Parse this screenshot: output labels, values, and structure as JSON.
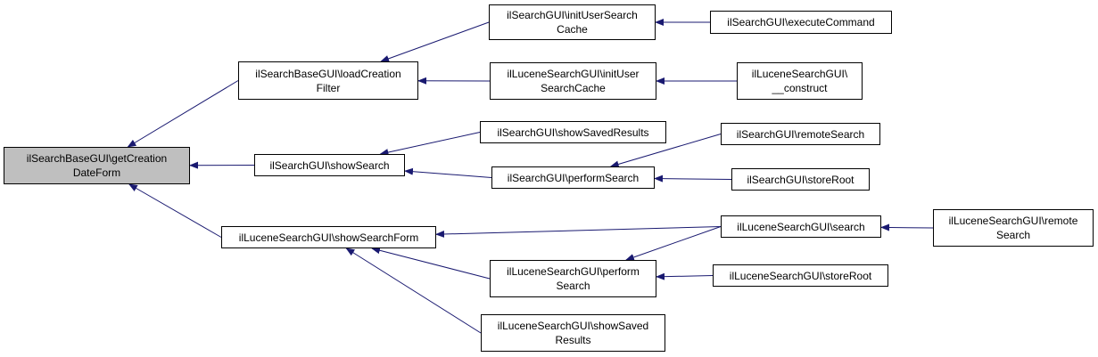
{
  "root": {
    "label": "ilSearchBaseGUI\\getCreation\nDateForm"
  },
  "nodes": {
    "loadCreationFilter": "ilSearchBaseGUI\\loadCreation\nFilter",
    "showSearch": "ilSearchGUI\\showSearch",
    "showSearchForm": "ilLuceneSearchGUI\\showSearchForm",
    "initUserSearchCache": "ilSearchGUI\\initUserSearch\nCache",
    "luceneInitUserSearchCache": "ilLuceneSearchGUI\\initUser\nSearchCache",
    "showSavedResults": "ilSearchGUI\\showSavedResults",
    "performSearch": "ilSearchGUI\\performSearch",
    "lucenePerformSearch": "ilLuceneSearchGUI\\perform\nSearch",
    "luceneShowSavedResults": "ilLuceneSearchGUI\\showSaved\nResults",
    "executeCommand": "ilSearchGUI\\executeCommand",
    "luceneConstruct": "ilLuceneSearchGUI\\\n__construct",
    "remoteSearch": "ilSearchGUI\\remoteSearch",
    "storeRoot": "ilSearchGUI\\storeRoot",
    "luceneSearch": "ilLuceneSearchGUI\\search",
    "luceneStoreRoot": "ilLuceneSearchGUI\\storeRoot",
    "luceneRemoteSearch": "ilLuceneSearchGUI\\remote\nSearch"
  },
  "edges": [
    {
      "from": "loadCreationFilter",
      "to": "root"
    },
    {
      "from": "showSearch",
      "to": "root"
    },
    {
      "from": "showSearchForm",
      "to": "root"
    },
    {
      "from": "initUserSearchCache",
      "to": "loadCreationFilter"
    },
    {
      "from": "luceneInitUserSearchCache",
      "to": "loadCreationFilter"
    },
    {
      "from": "showSavedResults",
      "to": "showSearch"
    },
    {
      "from": "performSearch",
      "to": "showSearch"
    },
    {
      "from": "luceneSearch",
      "to": "showSearchForm"
    },
    {
      "from": "lucenePerformSearch",
      "to": "showSearchForm"
    },
    {
      "from": "luceneShowSavedResults",
      "to": "showSearchForm"
    },
    {
      "from": "executeCommand",
      "to": "initUserSearchCache"
    },
    {
      "from": "luceneConstruct",
      "to": "luceneInitUserSearchCache"
    },
    {
      "from": "remoteSearch",
      "to": "performSearch"
    },
    {
      "from": "storeRoot",
      "to": "performSearch"
    },
    {
      "from": "luceneSearch",
      "to": "lucenePerformSearch"
    },
    {
      "from": "luceneStoreRoot",
      "to": "lucenePerformSearch"
    },
    {
      "from": "luceneRemoteSearch",
      "to": "luceneSearch"
    }
  ],
  "colors": {
    "edge": "#191970",
    "root_fill": "#bfbfbf",
    "node_border": "#000000"
  }
}
